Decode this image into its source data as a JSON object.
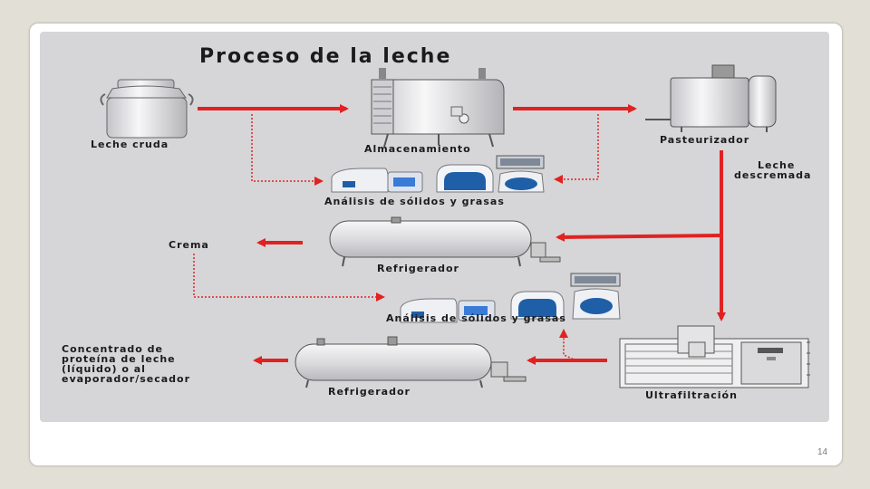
{
  "title": "Proceso de la leche",
  "labels": {
    "raw_milk": "Leche cruda",
    "storage": "Almacenamiento",
    "pasteurizer": "Pasteurizador",
    "skim_milk_line1": "Leche",
    "skim_milk_line2": "descremada",
    "analysis_1": "Análisis de sólidos y grasas",
    "cream": "Crema",
    "cooler_1": "Refrigerador",
    "analysis_2": "Análisis de sólidos y grasas",
    "concentrate_line1": "Concentrado de",
    "concentrate_line2": "proteína de leche",
    "concentrate_line3": "(líquido) o al",
    "concentrate_line4": "evaporador/secador",
    "cooler_2": "Refrigerador",
    "ultrafiltration": "Ultrafiltración"
  },
  "page_number": "14",
  "colors": {
    "arrow": "#e02222",
    "panel": "#d6d6d8",
    "equipment": "#e8e8ea",
    "equipment_outline": "#555555",
    "analyzer_blue": "#1f5fa8"
  }
}
